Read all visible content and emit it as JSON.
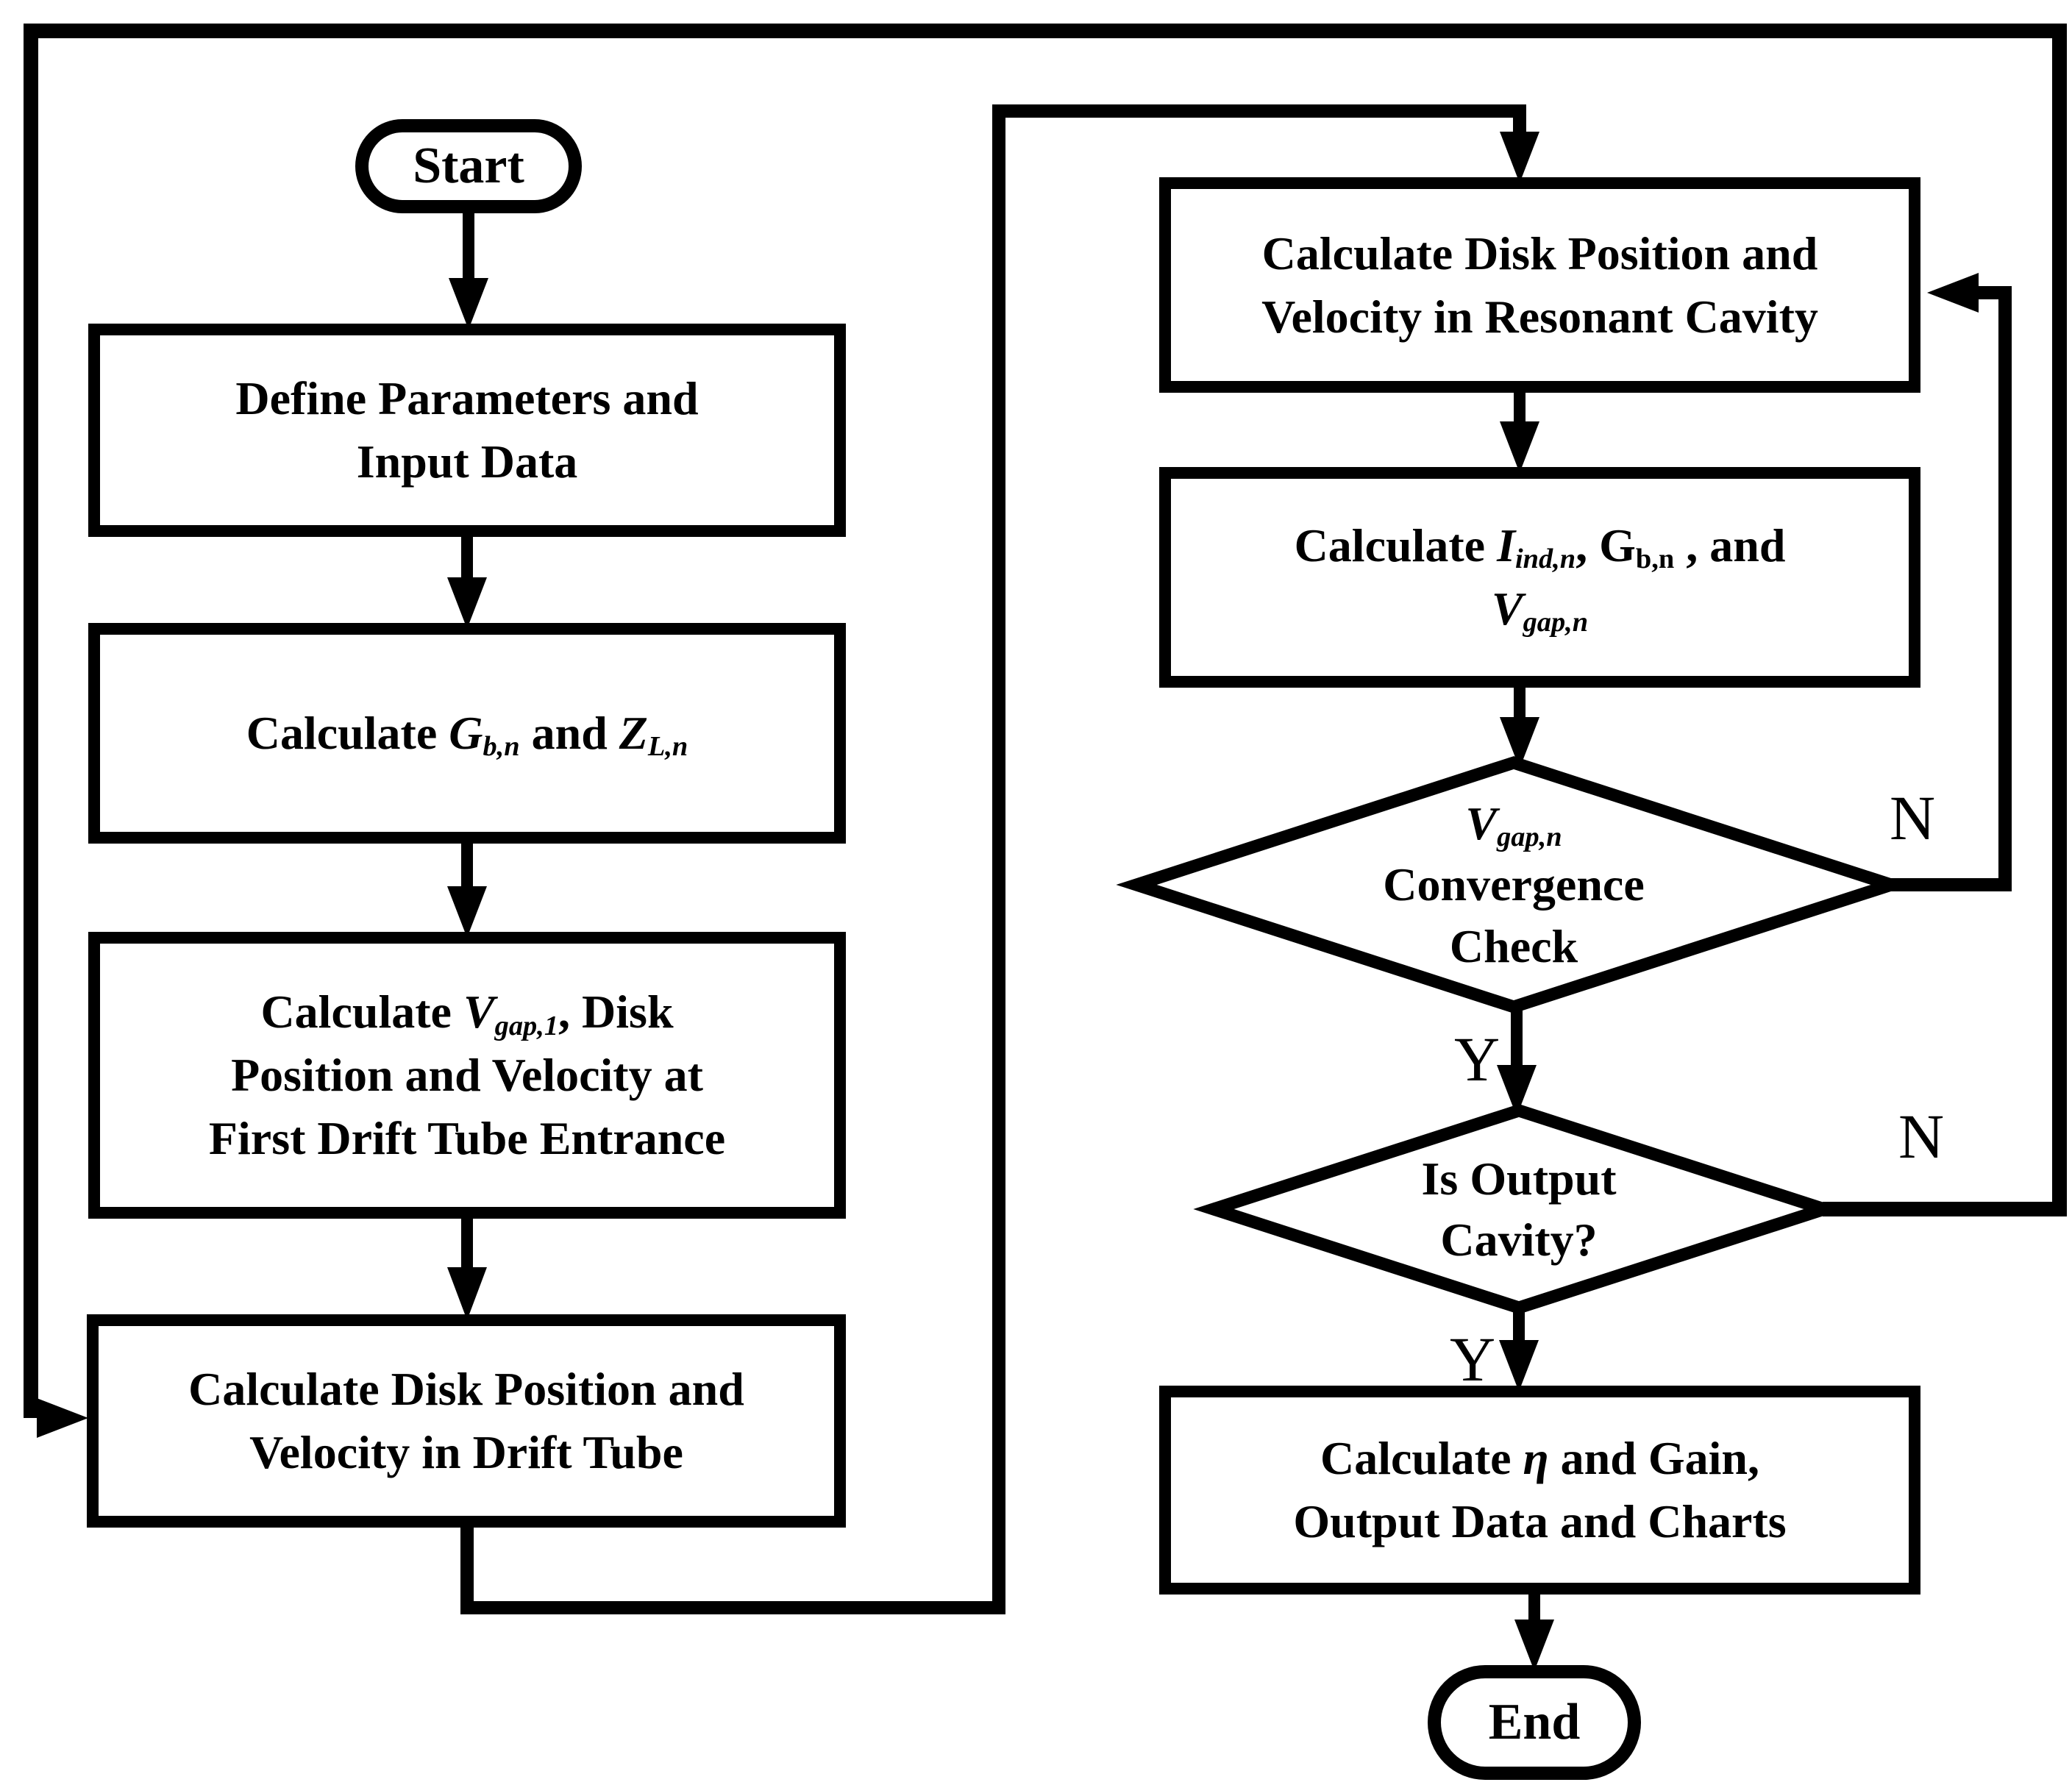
{
  "figure": {
    "type": "flowchart",
    "colors": {
      "background": "#ffffff",
      "ink": "#000000"
    }
  },
  "nodes": {
    "start": {
      "label": "Start"
    },
    "define_params": {
      "lines": [
        [
          {
            "t": "Define Parameters and"
          }
        ],
        [
          {
            "t": "Input Data"
          }
        ]
      ]
    },
    "calc_gb_zl": {
      "lines": [
        [
          {
            "t": "Calculate "
          },
          {
            "t": "G",
            "i": true
          },
          {
            "t": "b,n",
            "i": true,
            "sub": true
          },
          {
            "t": " and "
          },
          {
            "t": "Z",
            "i": true
          },
          {
            "t": "L,n",
            "i": true,
            "sub": true
          }
        ]
      ]
    },
    "calc_vgap1": {
      "lines": [
        [
          {
            "t": "Calculate "
          },
          {
            "t": "V",
            "i": true
          },
          {
            "t": "gap,1",
            "i": true,
            "sub": true
          },
          {
            "t": ", Disk"
          }
        ],
        [
          {
            "t": "Position and Velocity at"
          }
        ],
        [
          {
            "t": "First Drift Tube Entrance"
          }
        ]
      ]
    },
    "calc_drift_tube": {
      "lines": [
        [
          {
            "t": "Calculate Disk Position and"
          }
        ],
        [
          {
            "t": "Velocity in Drift Tube"
          }
        ]
      ]
    },
    "calc_resonant_cavity": {
      "lines": [
        [
          {
            "t": "Calculate Disk Position and"
          }
        ],
        [
          {
            "t": "Velocity in Resonant Cavity"
          }
        ]
      ]
    },
    "calc_iind": {
      "lines": [
        [
          {
            "t": "Calculate "
          },
          {
            "t": "I",
            "i": true
          },
          {
            "t": "ind,n",
            "i": true,
            "sub": true
          },
          {
            "t": ", G"
          },
          {
            "t": "b,n",
            "sub": true
          },
          {
            "t": " , and"
          }
        ],
        [
          {
            "t": "V",
            "i": true
          },
          {
            "t": "gap,n",
            "i": true,
            "sub": true
          }
        ]
      ]
    },
    "convergence_check": {
      "lines": [
        [
          {
            "t": "V",
            "i": true
          },
          {
            "t": "gap,n",
            "i": true,
            "sub": true
          }
        ],
        [
          {
            "t": "Convergence"
          }
        ],
        [
          {
            "t": "Check"
          }
        ]
      ]
    },
    "is_output_cavity": {
      "lines": [
        [
          {
            "t": "Is Output"
          }
        ],
        [
          {
            "t": "Cavity?"
          }
        ]
      ]
    },
    "calc_eta_gain": {
      "lines": [
        [
          {
            "t": "Calculate "
          },
          {
            "t": "η",
            "i": true
          },
          {
            "t": " and Gain,"
          }
        ],
        [
          {
            "t": "Output Data and Charts"
          }
        ]
      ]
    },
    "end": {
      "label": "End"
    }
  },
  "edge_labels": {
    "convergence_no": "N",
    "convergence_yes": "Y",
    "output_no": "N",
    "output_yes": "Y"
  }
}
